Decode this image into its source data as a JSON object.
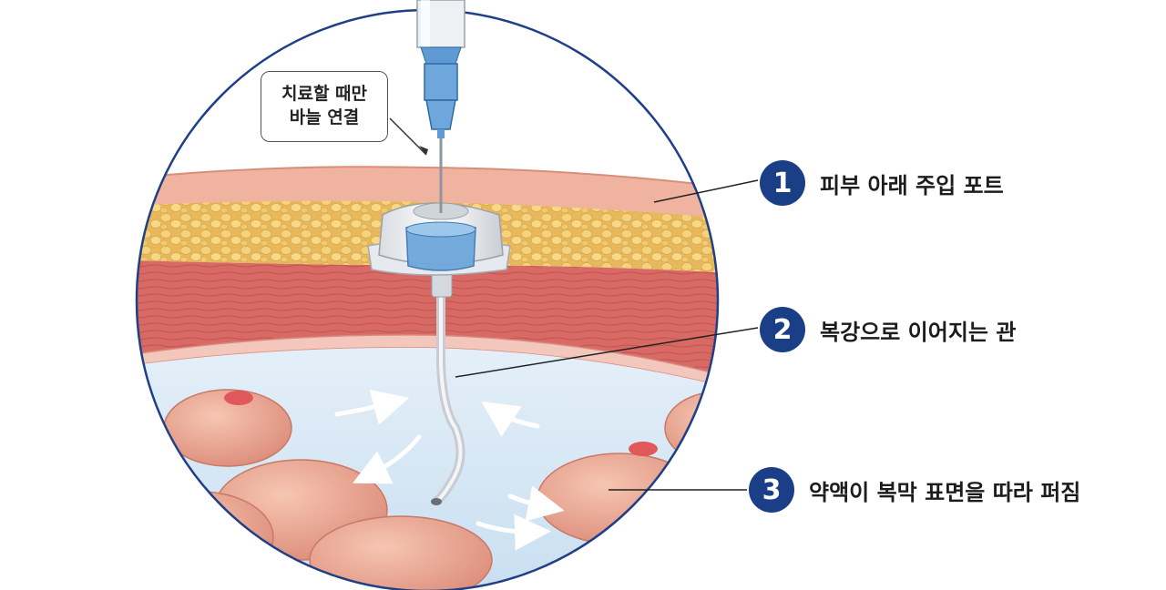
{
  "needle_callout": {
    "line1": "치료할 때만",
    "line2": "바늘 연결"
  },
  "labels": [
    {
      "number": "1",
      "text": "피부 아래 주입 포트"
    },
    {
      "number": "2",
      "text": "복강으로 이어지는 관"
    },
    {
      "number": "3",
      "text": "약액이 복막 표면을 따라 퍼짐"
    }
  ],
  "colors": {
    "badge": "#1a3f86",
    "circle_border": "#1f3f86",
    "skin": "#f2b4a0",
    "fat": "#efc56a",
    "muscle": "#d96c68",
    "fluid": "#cfe4f4",
    "port_blue": "#6ea7db"
  }
}
